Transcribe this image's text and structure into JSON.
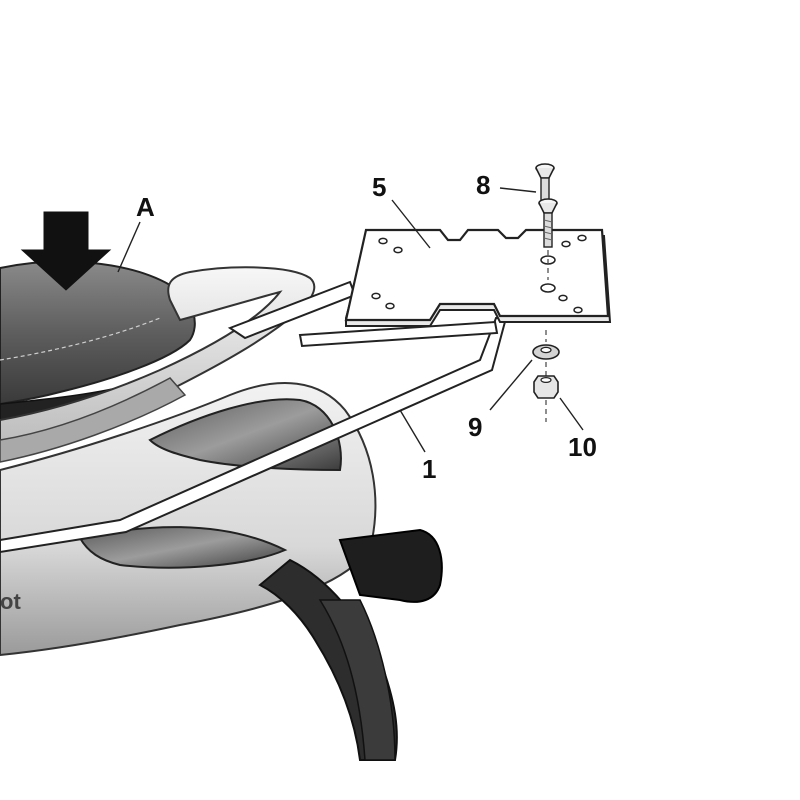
{
  "diagram": {
    "callouts": {
      "a": "A",
      "part_1": "1",
      "part_5": "5",
      "part_8": "8",
      "part_9": "9",
      "part_10": "10"
    },
    "badge_text": "ot"
  }
}
